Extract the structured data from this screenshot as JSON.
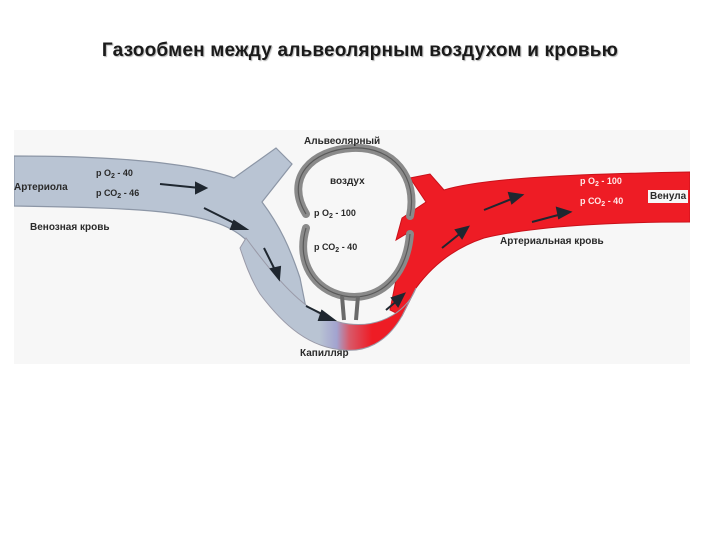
{
  "title": "Газообмен между альвеолярным воздухом и кровью",
  "labels": {
    "arteriole": "Артериола",
    "venous_blood": "Венозная кровь",
    "alveolar": "Альвеолярный",
    "air": "воздух",
    "venule": "Венула",
    "arterial_blood": "Артериальная кровь",
    "capillary": "Капилляр"
  },
  "venous_values": {
    "o2_prefix": "р О",
    "o2_sub": "2",
    "o2_value": " - 40",
    "co2_prefix": "р СО",
    "co2_sub": "2",
    "co2_value": " - 46"
  },
  "alveolar_values": {
    "o2_prefix": "р О",
    "o2_sub": "2",
    "o2_value": " - 100",
    "co2_prefix": "р СО",
    "co2_sub": "2",
    "co2_value": " - 40"
  },
  "arterial_values": {
    "o2_prefix": "р О",
    "o2_sub": "2",
    "o2_value": " - 100",
    "co2_prefix": "р СО",
    "co2_sub": "2",
    "co2_value": " - 40"
  },
  "colors": {
    "venous": "#b9c4d3",
    "arterial": "#ee1c25",
    "alveolus_wall": "#8a8a8a",
    "background": "#f7f7f7"
  }
}
